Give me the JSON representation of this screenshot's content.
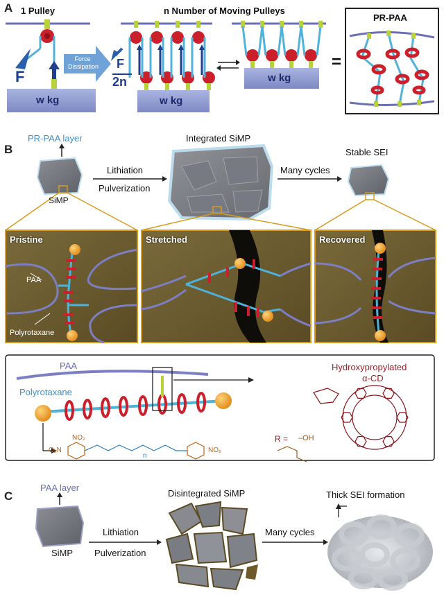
{
  "panelA": {
    "letter": "A",
    "one_pulley": "1 Pulley",
    "n_pulleys": "n Number of Moving Pulleys",
    "force": "F",
    "force_fraction_num": "F",
    "force_fraction_den": "2n",
    "force_dissipation": "Force Dissipation",
    "weight": "w kg",
    "weight2": "w kg",
    "weight3": "w kg",
    "equals": "=",
    "pr_paa": "PR-PAA"
  },
  "panelB": {
    "letter": "B",
    "pr_paa_layer": "PR-PAA layer",
    "simp": "SiMP",
    "lithiation": "Lithiation",
    "pulverization": "Pulverization",
    "integrated": "Integrated SiMP",
    "many_cycles": "Many cycles",
    "stable_sei": "Stable SEI",
    "pristine": "Pristine",
    "stretched": "Stretched",
    "recovered": "Recovered",
    "paa": "PAA",
    "polyrotaxane": "Polyrotaxane",
    "inset_paa": "PAA",
    "inset_polyrotaxane": "Polyrotaxane",
    "hydroxy_line1": "Hydroxypropylated",
    "hydroxy_line2": "α-CD",
    "r_eq": "R =",
    "oh": "–OH",
    "n_sub": "n",
    "no2_left": "O₂N",
    "no2_top": "NO₂",
    "no2_right": "NO₂"
  },
  "panelC": {
    "letter": "C",
    "paa_layer": "PAA layer",
    "simp": "SiMP",
    "lithiation": "Lithiation",
    "pulverization": "Pulverization",
    "disintegrated": "Disintegrated SiMP",
    "many_cycles": "Many cycles",
    "thick_sei": "Thick SEI formation"
  },
  "colors": {
    "rope": "#4fb3d9",
    "ring": "#cc1f2c",
    "box": "#8e9bd0",
    "arrow": "#1e3f8f",
    "gold": "#c9a227",
    "bead": "#f2a93b"
  }
}
